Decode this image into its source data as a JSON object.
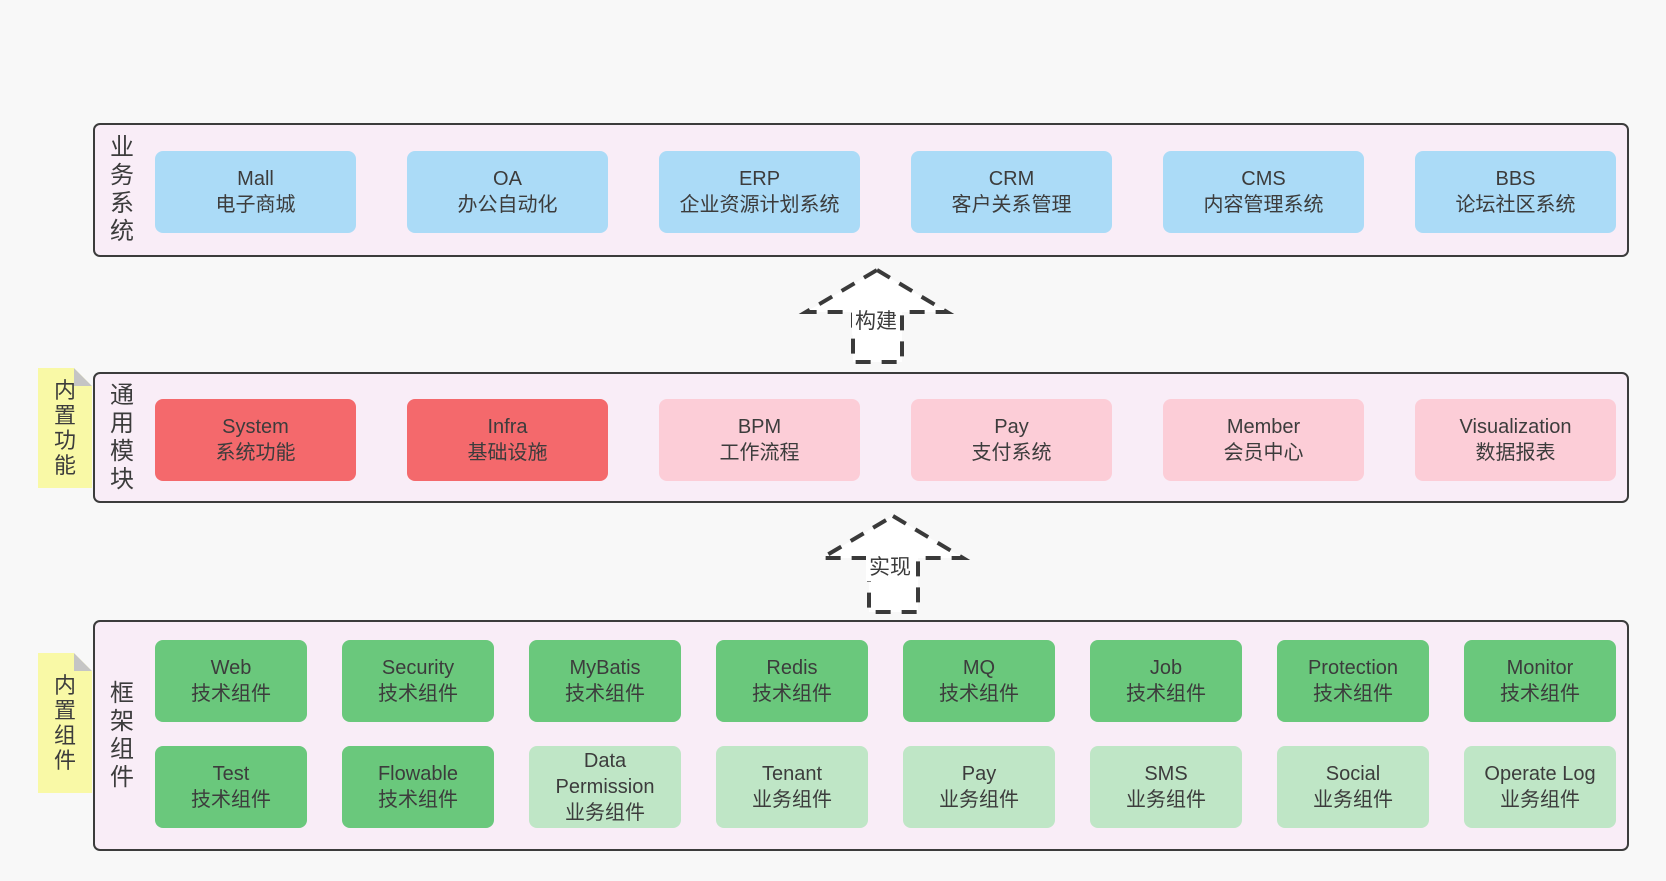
{
  "colors": {
    "page_bg": "#f8f8f8",
    "layer_bg": "#f9edf7",
    "layer_border": "#3c3c3c",
    "blue": "#abdbf7",
    "red": "#f4696c",
    "pink": "#fccdd7",
    "green": "#6ac87c",
    "lightgreen": "#bfe6c6",
    "note_yellow": "#f9f9a6",
    "note_fold": "#c5c5c5",
    "text": "#3c3c3c"
  },
  "arrows": [
    {
      "label": "构建"
    },
    {
      "label": "实现"
    }
  ],
  "layers": [
    {
      "side_label": "业务系统",
      "boxes": [
        {
          "title": "Mall",
          "subtitle": "电子商城",
          "variant": "blue"
        },
        {
          "title": "OA",
          "subtitle": "办公自动化",
          "variant": "blue"
        },
        {
          "title": "ERP",
          "subtitle": "企业资源计划系统",
          "variant": "blue"
        },
        {
          "title": "CRM",
          "subtitle": "客户关系管理",
          "variant": "blue"
        },
        {
          "title": "CMS",
          "subtitle": "内容管理系统",
          "variant": "blue"
        },
        {
          "title": "BBS",
          "subtitle": "论坛社区系统",
          "variant": "blue"
        }
      ]
    },
    {
      "side_label": "通用模块",
      "note": "内置功能",
      "boxes": [
        {
          "title": "System",
          "subtitle": "系统功能",
          "variant": "red"
        },
        {
          "title": "Infra",
          "subtitle": "基础设施",
          "variant": "red"
        },
        {
          "title": "BPM",
          "subtitle": "工作流程",
          "variant": "pink"
        },
        {
          "title": "Pay",
          "subtitle": "支付系统",
          "variant": "pink"
        },
        {
          "title": "Member",
          "subtitle": "会员中心",
          "variant": "pink"
        },
        {
          "title": "Visualization",
          "subtitle": "数据报表",
          "variant": "pink"
        }
      ]
    },
    {
      "side_label": "框架组件",
      "note": "内置组件",
      "rows": [
        [
          {
            "title": "Web",
            "subtitle": "技术组件",
            "variant": "green"
          },
          {
            "title": "Security",
            "subtitle": "技术组件",
            "variant": "green"
          },
          {
            "title": "MyBatis",
            "subtitle": "技术组件",
            "variant": "green"
          },
          {
            "title": "Redis",
            "subtitle": "技术组件",
            "variant": "green"
          },
          {
            "title": "MQ",
            "subtitle": "技术组件",
            "variant": "green"
          },
          {
            "title": "Job",
            "subtitle": "技术组件",
            "variant": "green"
          },
          {
            "title": "Protection",
            "subtitle": "技术组件",
            "variant": "green"
          },
          {
            "title": "Monitor",
            "subtitle": "技术组件",
            "variant": "green"
          }
        ],
        [
          {
            "title": "Test",
            "subtitle": "技术组件",
            "variant": "green"
          },
          {
            "title": "Flowable",
            "subtitle": "技术组件",
            "variant": "green"
          },
          {
            "title": "Data Permission",
            "subtitle": "业务组件",
            "variant": "lightgreen"
          },
          {
            "title": "Tenant",
            "subtitle": "业务组件",
            "variant": "lightgreen"
          },
          {
            "title": "Pay",
            "subtitle": "业务组件",
            "variant": "lightgreen"
          },
          {
            "title": "SMS",
            "subtitle": "业务组件",
            "variant": "lightgreen"
          },
          {
            "title": "Social",
            "subtitle": "业务组件",
            "variant": "lightgreen"
          },
          {
            "title": "Operate Log",
            "subtitle": "业务组件",
            "variant": "lightgreen"
          }
        ]
      ]
    }
  ]
}
